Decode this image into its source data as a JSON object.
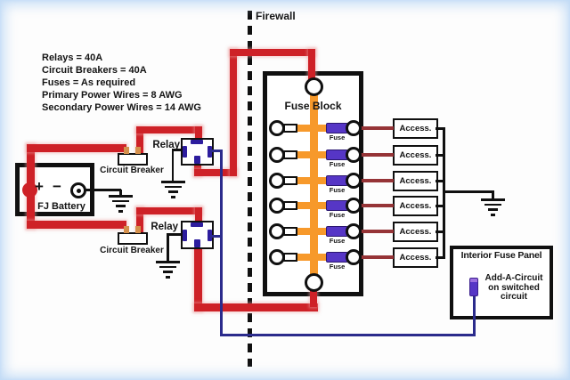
{
  "notes": {
    "lines": [
      "Relays = 40A",
      "Circuit Breakers = 40A",
      "Fuses = As required",
      "Primary Power Wires = 8 AWG",
      "Secondary Power Wires = 14 AWG"
    ]
  },
  "firewall": {
    "label": "Firewall"
  },
  "battery": {
    "label": "FJ Battery",
    "plus_sign": "+",
    "minus_sign": "−"
  },
  "circuit_breaker_1": {
    "label": "Circuit Breaker"
  },
  "circuit_breaker_2": {
    "label": "Circuit Breaker"
  },
  "relay_1": {
    "label": "Relay"
  },
  "relay_2": {
    "label": "Relay"
  },
  "fuse_block": {
    "title": "Fuse Block",
    "rows": [
      {
        "fuse_label": "Fuse"
      },
      {
        "fuse_label": "Fuse"
      },
      {
        "fuse_label": "Fuse"
      },
      {
        "fuse_label": "Fuse"
      },
      {
        "fuse_label": "Fuse"
      },
      {
        "fuse_label": "Fuse"
      }
    ]
  },
  "accessories": {
    "items": [
      {
        "label": "Access."
      },
      {
        "label": "Access."
      },
      {
        "label": "Access."
      },
      {
        "label": "Access."
      },
      {
        "label": "Access."
      },
      {
        "label": "Access."
      }
    ]
  },
  "interior_fuse_panel": {
    "title": "Interior Fuse Panel",
    "lines": [
      "Add-A-Circuit",
      "on switched",
      "circuit"
    ]
  },
  "colors": {
    "primary_wire": "#CE2127",
    "secondary_wire": "#2B2B8C",
    "accessory_wire": "#963437",
    "bus": "#F7992B",
    "fuse": "#5636C6",
    "pin": "#2D1D9E",
    "breaker_pin": "#D4904C",
    "line": "#101010"
  }
}
